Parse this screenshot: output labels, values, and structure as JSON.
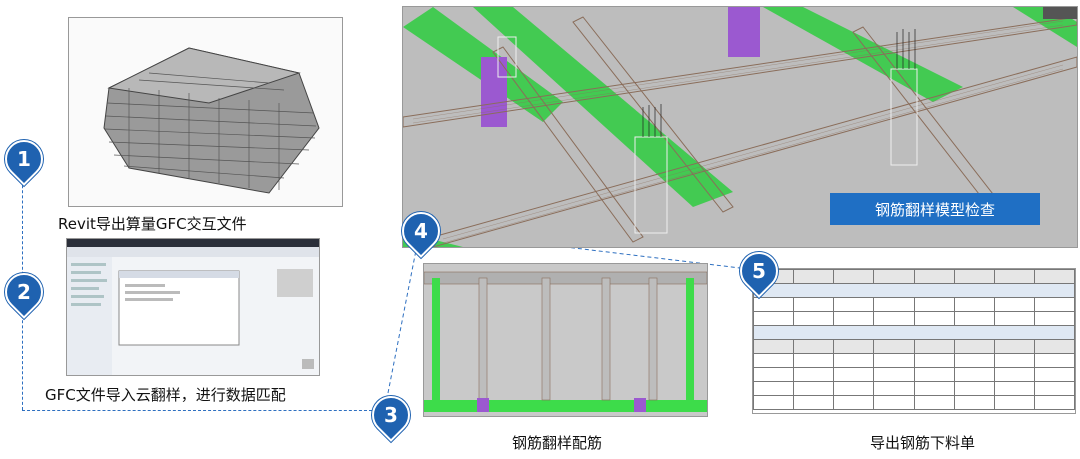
{
  "steps": [
    {
      "num": "1",
      "caption": "Revit导出算量GFC交互文件"
    },
    {
      "num": "2",
      "caption": "GFC文件导入云翻样，进行数据匹配"
    },
    {
      "num": "3",
      "caption": "钢筋翻样配筋"
    },
    {
      "num": "4",
      "caption": "钢筋翻样模型检查"
    },
    {
      "num": "5",
      "caption": "导出钢筋下料单"
    }
  ],
  "colors": {
    "accent": "#1f62b0",
    "beam_green": "#2ecc40",
    "column_purple": "#9b59d0"
  }
}
